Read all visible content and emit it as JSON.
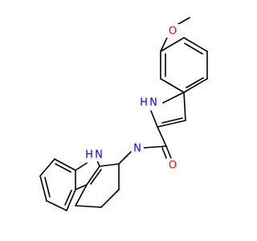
{
  "molecule": {
    "atoms": {
      "methoxy_o": "O",
      "carbonyl_o": "O",
      "amide_n": "N",
      "indole_nh_n": "N",
      "indole_nh_h": "H",
      "carbazole_nh_n": "N",
      "carbazole_nh_h": "H"
    },
    "colors": {
      "oxygen": "#ff0000",
      "nitrogen": "#0000ff",
      "bond": "#000000",
      "background": "#ffffff"
    }
  }
}
